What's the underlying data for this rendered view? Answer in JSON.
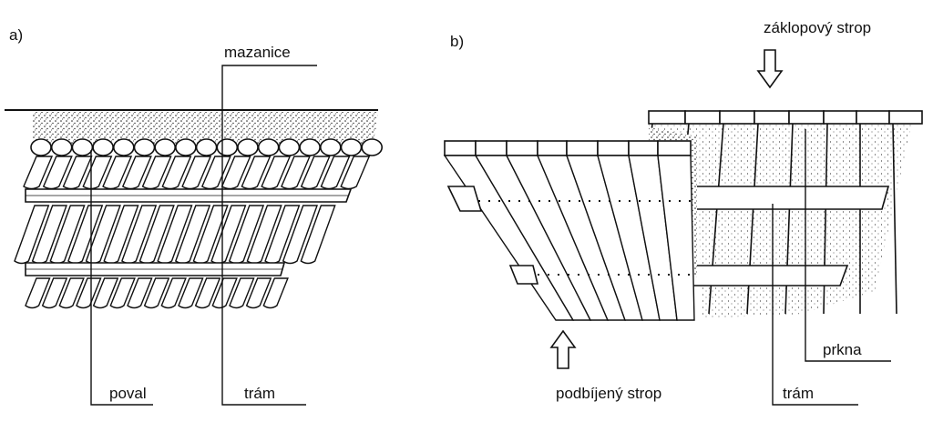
{
  "panel_a": {
    "letter": "a)",
    "labels": {
      "mazanice": "mazanice",
      "poval": "poval",
      "tram": "trám"
    }
  },
  "panel_b": {
    "letter": "b)",
    "labels": {
      "zaklopovy": "záklopový strop",
      "podbijeny": "podbíjený strop",
      "prkna": "prkna",
      "tram": "trám"
    }
  },
  "colors": {
    "ink": "#111111",
    "background": "#ffffff"
  }
}
